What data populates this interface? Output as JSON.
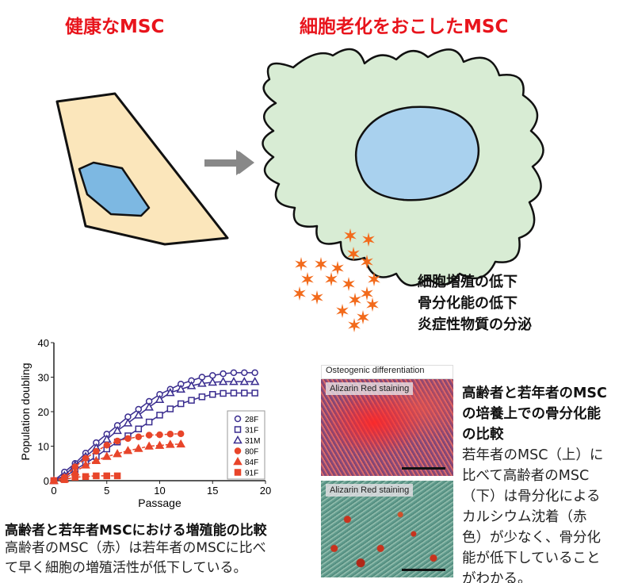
{
  "titles": {
    "healthy": "健康なMSC",
    "senescent": "細胞老化をおこしたMSC"
  },
  "effects": [
    "細胞増殖の低下",
    "骨分化能の低下",
    "炎症性物質の分泌"
  ],
  "colors": {
    "title": "#e8141c",
    "healthy_cell": "#fbe6bb",
    "nucleus": "#7db8e2",
    "senescent_cell": "#d8ecd4",
    "star": "#f26a1b",
    "young_series": "#3a2d8f",
    "old_series": "#e8452a"
  },
  "chart_data": {
    "type": "line",
    "xlabel": "Passage",
    "ylabel": "Population doubling",
    "xlim": [
      0,
      20
    ],
    "ylim": [
      0,
      40
    ],
    "xticks": [
      0,
      5,
      10,
      15,
      20
    ],
    "yticks": [
      0,
      10,
      20,
      30,
      40
    ],
    "legend_position": "bottom-right",
    "series": [
      {
        "name": "28F",
        "marker": "circle-open",
        "group": "young",
        "x": [
          0,
          1,
          2,
          3,
          4,
          5,
          6,
          7,
          8,
          9,
          10,
          11,
          12,
          13,
          14,
          15,
          16,
          17,
          18,
          19
        ],
        "values": [
          0,
          2.5,
          5,
          8,
          11,
          13.5,
          16,
          18.5,
          20.7,
          23,
          25,
          26.5,
          28,
          29,
          30,
          30.5,
          31,
          31.3,
          31.3,
          31.3
        ]
      },
      {
        "name": "31F",
        "marker": "square-open",
        "group": "young",
        "x": [
          0,
          1,
          2,
          3,
          4,
          5,
          6,
          7,
          8,
          9,
          10,
          11,
          12,
          13,
          14,
          15,
          16,
          17,
          18,
          19
        ],
        "values": [
          0,
          1,
          3.2,
          5,
          7,
          9.2,
          11.2,
          13,
          15,
          17,
          19,
          20.8,
          22.3,
          23.3,
          24.3,
          25,
          25.3,
          25.4,
          25.4,
          25.4
        ]
      },
      {
        "name": "31M",
        "marker": "triangle-open",
        "group": "young",
        "x": [
          0,
          1,
          2,
          3,
          4,
          5,
          6,
          7,
          8,
          9,
          10,
          11,
          12,
          13,
          14,
          15,
          16,
          17,
          18,
          19
        ],
        "values": [
          0,
          1.5,
          4.5,
          7,
          9.5,
          12,
          14.5,
          16.7,
          19,
          21.3,
          23.5,
          25.5,
          26.5,
          27.5,
          28.2,
          28.5,
          28.7,
          28.7,
          28.7,
          28.7
        ]
      },
      {
        "name": "80F",
        "marker": "circle-filled",
        "group": "old",
        "x": [
          0,
          1,
          2,
          3,
          4,
          5,
          6,
          7,
          8,
          9,
          10,
          11,
          12
        ],
        "values": [
          0,
          1,
          4,
          6.5,
          8.5,
          10.3,
          11.5,
          12.2,
          12.7,
          13.2,
          13.3,
          13.5,
          13.6
        ]
      },
      {
        "name": "84F",
        "marker": "triangle-filled",
        "group": "old",
        "x": [
          0,
          1,
          2,
          3,
          4,
          5,
          6,
          7,
          8,
          9,
          10,
          11,
          12
        ],
        "values": [
          0,
          0.5,
          2.5,
          4.5,
          5.8,
          7,
          7.8,
          8.7,
          9.3,
          10,
          10.2,
          10.5,
          10.6
        ]
      },
      {
        "name": "91F",
        "marker": "square-filled",
        "group": "old",
        "x": [
          0,
          1,
          2,
          3,
          4,
          5,
          6
        ],
        "values": [
          0,
          0.3,
          1,
          1.2,
          1.4,
          1.4,
          1.4
        ]
      }
    ]
  },
  "chart_caption": {
    "title": "高齢者と若年者MSCにおける増殖能の比較",
    "lines": [
      "高齢者のMSC（赤）は若年者のMSCに比べ",
      "て早く細胞の増殖活性が低下している。"
    ]
  },
  "micrographs": {
    "header": "Osteogenic differentiation",
    "top_label": "Alizarin Red staining",
    "bottom_label": "Alizarin Red staining"
  },
  "osteo_caption": {
    "title_lines": [
      "高齢者と若年者のMSC",
      "の培養上での骨分化能",
      "の比較"
    ],
    "lines": [
      "若年者のMSC（上）に",
      "比べて高齢者のMSC",
      "（下）は骨分化による",
      "カルシウム沈着（赤",
      "色）が少なく、骨分化",
      "能が低下していること",
      "がわかる。"
    ]
  }
}
